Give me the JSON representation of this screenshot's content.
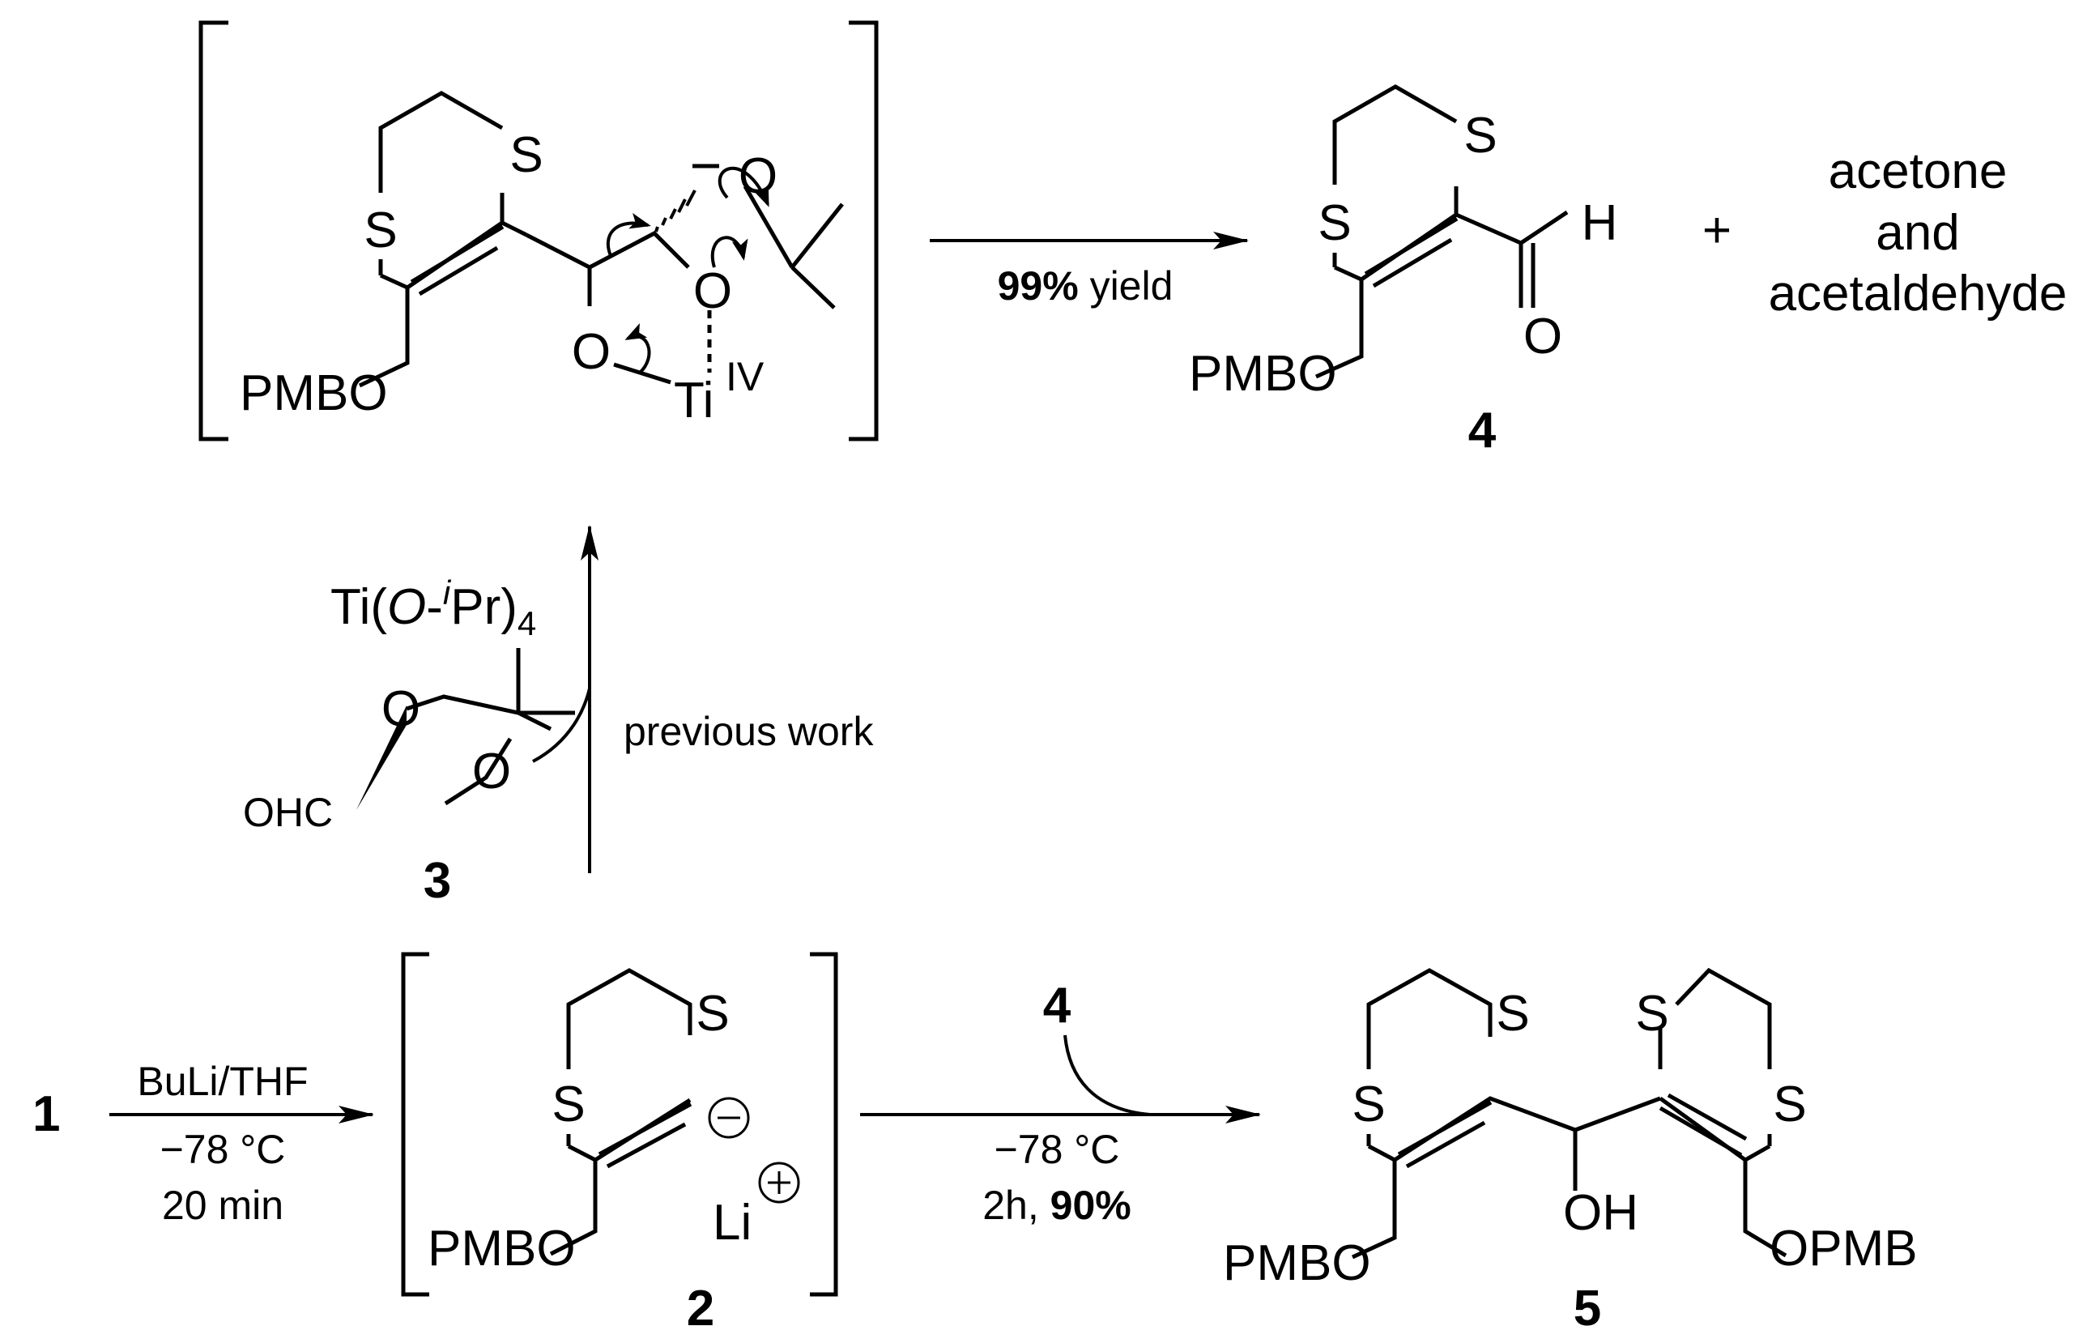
{
  "atoms": {
    "S": "S",
    "O": "O",
    "H": "H",
    "Li": "Li",
    "Ti": "Ti",
    "ox": "IV",
    "PMBO": "PMBO",
    "OPMB": "OPMB",
    "OH": "OH",
    "OHC": "OHC",
    "plus": "+"
  },
  "compounds": {
    "c1": "1",
    "c2": "2",
    "c3": "3",
    "c4": "4",
    "c5": "5"
  },
  "byproducts": {
    "line1": "acetone",
    "line2": "and",
    "line3": "acetaldehyde"
  },
  "conditions": {
    "step1_line1": "BuLi/THF",
    "step1_line2": "−78 °C",
    "step1_line3": "20 min",
    "prev_ti": "Ti(",
    "prev_o": "O",
    "prev_dash": "-",
    "prev_i": "i",
    "prev_pr": "Pr)",
    "prev_sub": "4",
    "prev_label": "previous work",
    "yield_bold": "99%",
    "yield_text": " yield",
    "step3_line1": "−78 °C",
    "step3_line2a": "2h, ",
    "step3_line2b": "90%",
    "step3_reagent": "4"
  }
}
